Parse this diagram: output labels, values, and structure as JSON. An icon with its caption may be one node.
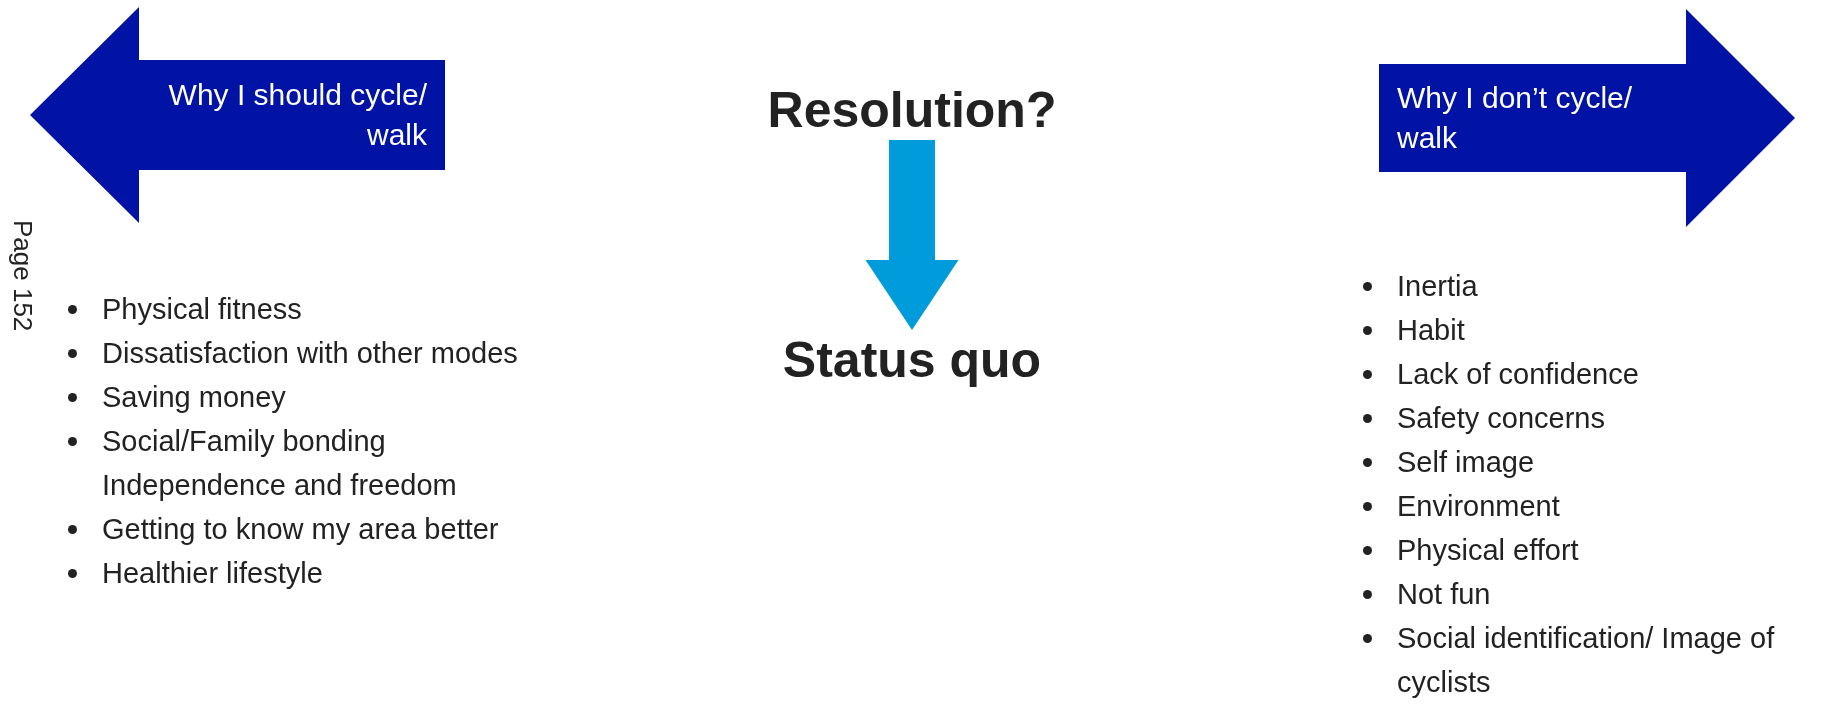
{
  "diagram": {
    "nodes": [
      {
        "text": [
          "Why I should cycle/ walk"
        ]
      },
      {
        "text": [
          "Resolution?"
        ]
      },
      {
        "text": [
          "Why I don’t cycle/ walk"
        ]
      },
      {
        "text": [
          "Status quo"
        ]
      }
    ],
    "edges": [
      {
        "from": 1,
        "to": 3,
        "arrow": "to"
      }
    ],
    "labels": [
      "Page 152",
      "Physical fitness",
      "Dissatisfaction with other modes",
      "Saving money",
      "Social/Family bonding",
      "Independence and freedom",
      "Getting to know my area better",
      "Healthier lifestyle",
      "Inertia",
      "Habit",
      "Lack of confidence",
      "Safety concerns",
      "Self image",
      "Environment",
      "Physical effort",
      "Not fun",
      "Social identification/ Image of cyclists"
    ]
  }
}
